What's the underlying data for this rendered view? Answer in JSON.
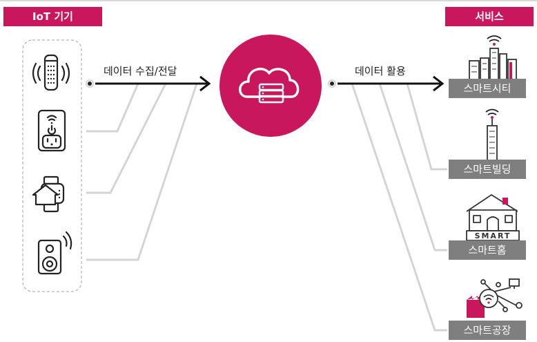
{
  "colors": {
    "accent": "#c8175c",
    "line_gray": "#d4d4d4",
    "dashed_border": "#b5b5b5",
    "label_gray": "#7f7f7f",
    "text": "#222222"
  },
  "iot": {
    "title": "IoT 기기",
    "devices": [
      {
        "icon": "smart-speaker-icon"
      },
      {
        "icon": "smart-plug-icon"
      },
      {
        "icon": "smart-watch-home-icon"
      },
      {
        "icon": "wireless-speaker-icon"
      }
    ]
  },
  "flow": {
    "collect_label": "데이터 수집/전달",
    "use_label": "데이터 활용",
    "hub_icon": "cloud-server-icon"
  },
  "services": {
    "title": "서비스",
    "items": [
      {
        "label": "스마트시티",
        "icon": "smart-city-icon"
      },
      {
        "label": "스마트빌딩",
        "icon": "smart-building-icon"
      },
      {
        "label": "스마트홈",
        "icon": "smart-home-icon",
        "sign": "SMART"
      },
      {
        "label": "스마트공장",
        "icon": "smart-factory-icon"
      }
    ]
  }
}
